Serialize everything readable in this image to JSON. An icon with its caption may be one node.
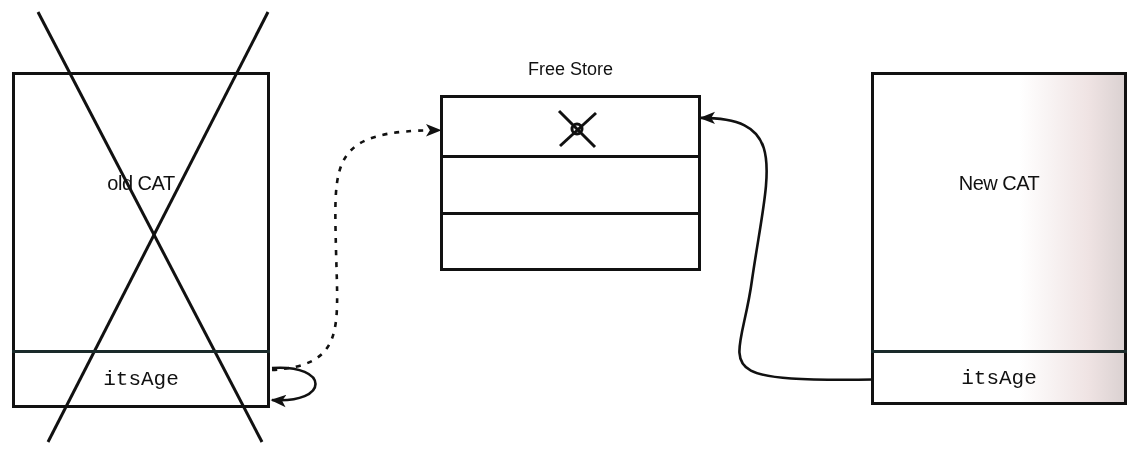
{
  "diagram": {
    "nodes": [
      {
        "text": [
          "old CAT"
        ]
      },
      {
        "text": [
          "itsAge"
        ],
        "in": 0
      },
      {
        "text": [
          "Free Store"
        ]
      },
      {
        "text": [],
        "shape": "box",
        "in": 2
      },
      {
        "text": [],
        "shape": "box",
        "in": 2
      },
      {
        "text": [],
        "shape": "box",
        "in": 2
      },
      {
        "text": [
          "New CAT"
        ]
      },
      {
        "text": [
          "itsAge"
        ],
        "in": 6
      }
    ],
    "edges": [
      {
        "from": 1,
        "to": 2,
        "arrow": "to",
        "style": "dashed"
      },
      {
        "from": 1,
        "to": 1,
        "arrow": "to"
      },
      {
        "from": 7,
        "to": 2,
        "arrow": "to"
      }
    ]
  }
}
